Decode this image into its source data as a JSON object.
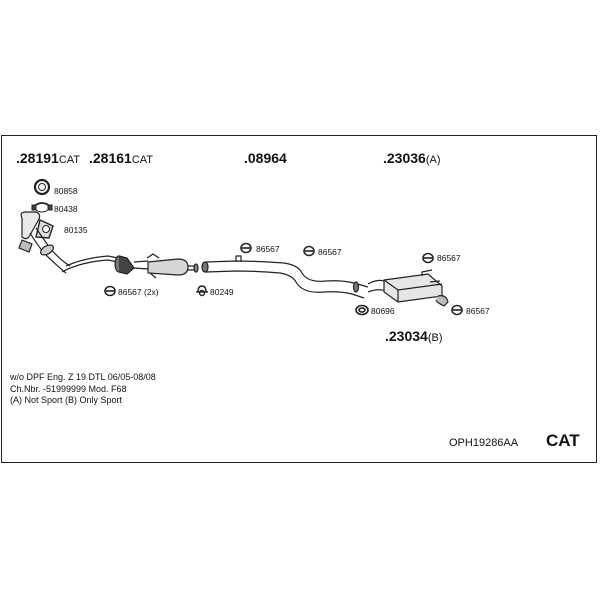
{
  "headings": [
    {
      "number": ".28191",
      "suffix": "CAT"
    },
    {
      "number": ".28161",
      "suffix": "CAT"
    },
    {
      "number": ".08964",
      "suffix": ""
    },
    {
      "number": ".23036",
      "suffix": "(A)"
    },
    {
      "number": ".23034",
      "suffix": "(B)"
    }
  ],
  "part_labels": [
    "80858",
    "80438",
    "80135",
    "86567",
    "86567",
    "86567",
    "86567 (2x)",
    "80249",
    "80696",
    "86567"
  ],
  "notes": [
    "w/o DPF   Eng. Z 19 DTL   06/05-08/08",
    "Ch.Nbr. -51999999   Mod. F68",
    "(A) Not Sport (B) Only Sport"
  ],
  "footer": {
    "code": "OPH19286AA",
    "cat": "CAT"
  }
}
